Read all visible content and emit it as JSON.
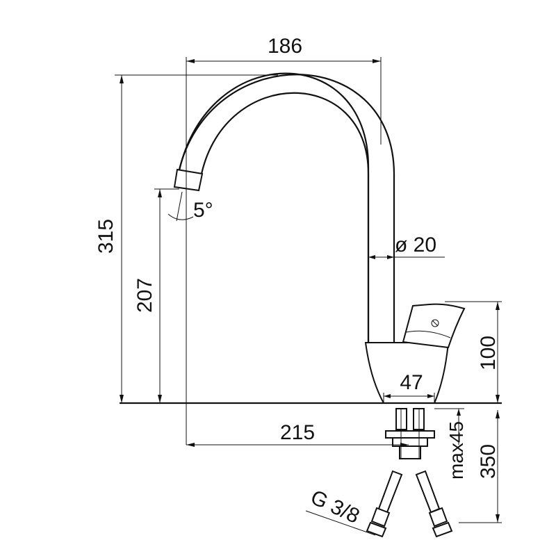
{
  "dimensions": {
    "width_top": "186",
    "height_total": "315",
    "height_spout": "207",
    "tilt_angle": "5°",
    "tube_diameter": "ø 20",
    "height_body": "100",
    "base_width": "47",
    "reach": "215",
    "max_thickness": "max45",
    "hose_length": "350",
    "thread": "G 3/8"
  }
}
